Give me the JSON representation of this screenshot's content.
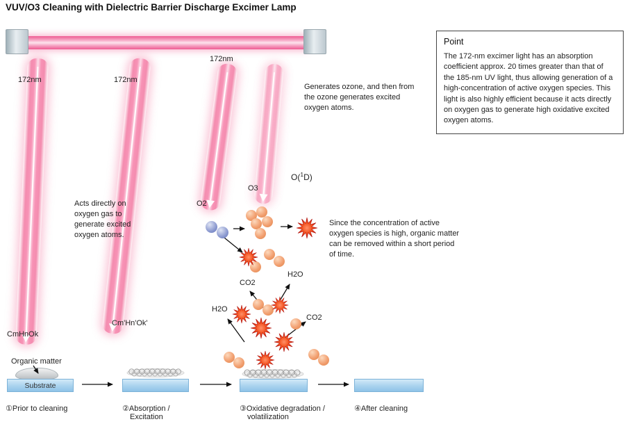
{
  "title": "VUV/O3 Cleaning with Dielectric Barrier Discharge Excimer Lamp",
  "point_box": {
    "title": "Point",
    "body": "The 172-nm excimer light has an absorption coefficient approx. 20 times greater than that of the 185-nm UV light, thus allowing generation of a high-concentration of active oxygen species. This light is also highly efficient because it acts directly on oxygen gas to generate high oxidative excited oxygen atoms."
  },
  "beams": {
    "label1": "172nm",
    "label2": "172nm",
    "label3": "172nm"
  },
  "species": {
    "o2": "O2",
    "o3": "O3",
    "o1d_pre": "O(",
    "o1d_sup": "1",
    "o1d_post": "D)",
    "co2_top": "CO2",
    "h2o_top": "H2O",
    "h2o_left": "H2O",
    "co2_right": "CO2",
    "organic_start": "CmHnOk",
    "organic_excited": "Cm'Hn'Ok'"
  },
  "annotations": {
    "generates_ozone": "Generates ozone, and then from the ozone generates excited oxygen atoms.",
    "acts_directly": "Acts directly on oxygen gas to generate excited oxygen atoms.",
    "high_concentration": "Since the concentration of active oxygen species is high, organic matter can be removed within a short period of time."
  },
  "bottom": {
    "organic_matter": "Organic matter",
    "substrate": "Substrate",
    "steps": [
      {
        "line1": "①Prior to cleaning",
        "line2": ""
      },
      {
        "line1": "②Absorption /",
        "line2": "Excitation"
      },
      {
        "line1": "③Oxidative degradation /",
        "line2": "volatilization"
      },
      {
        "line1": "④After cleaning",
        "line2": ""
      }
    ]
  },
  "colors": {
    "beam_pink": "#ee5c92",
    "substrate_blue": "#a9d2ee",
    "burst_red": "#e23015",
    "oxygen_orange": "#f2a071",
    "molecule_blue": "#8b99cf",
    "cap_gray": "#bcc8cf"
  }
}
